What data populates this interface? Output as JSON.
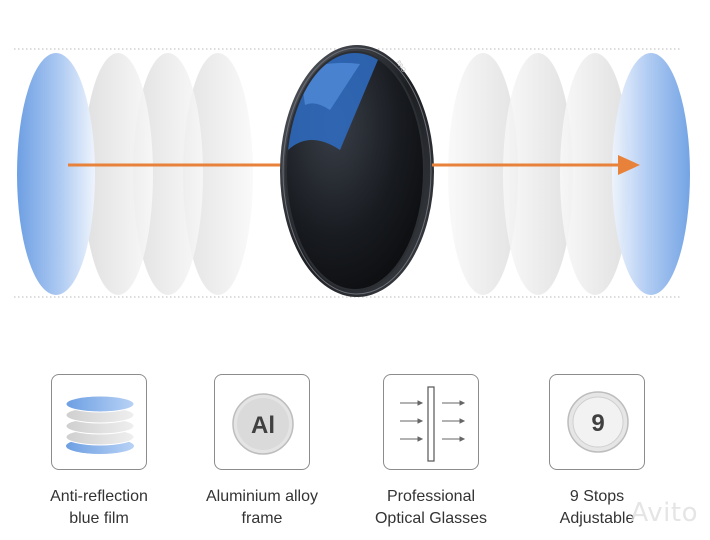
{
  "features": [
    {
      "icon": "layered-film-icon",
      "line1": "Anti-reflection",
      "line2": "blue film"
    },
    {
      "icon": "aluminium-icon",
      "badge": "Al",
      "line1": "Aluminium alloy",
      "line2": "frame"
    },
    {
      "icon": "optical-glass-icon",
      "line1": "Professional",
      "line2": "Optical Glasses"
    },
    {
      "icon": "nine-stops-icon",
      "badge": "9",
      "line1": "9 Stops",
      "line2": "Adjustable"
    }
  ],
  "filter_ring_text": "PRO",
  "watermark": "Avito",
  "colors": {
    "blue": "#6d9fe3",
    "arrow": "#e8823a",
    "filter_dark": "#14161a",
    "outline": "#8c8c8c"
  }
}
